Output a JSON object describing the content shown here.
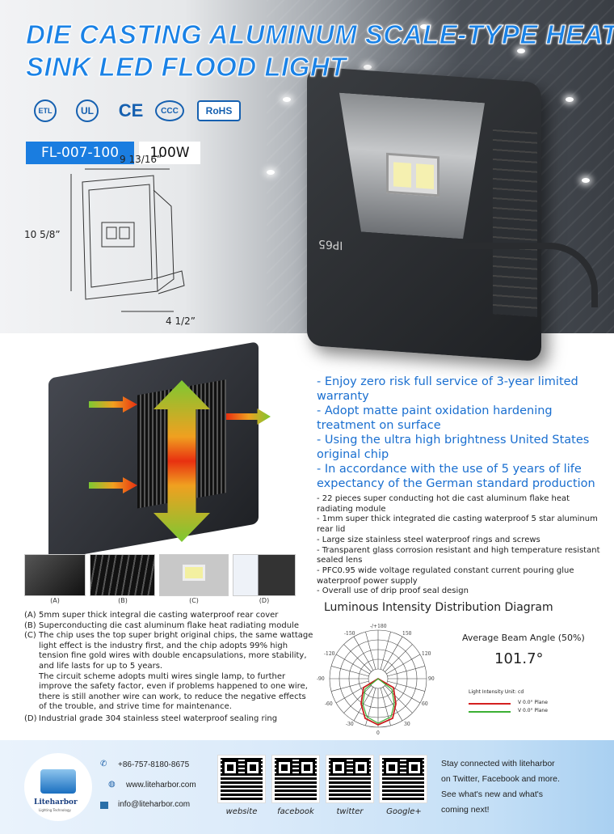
{
  "header": {
    "title_line1": "DIE CASTING ALUMINUM SCALE-TYPE HEAT",
    "title_line2": "SINK LED FLOOD LIGHT"
  },
  "certifications": [
    {
      "name": "ETL",
      "label": "ETL"
    },
    {
      "name": "UL",
      "label": "UL"
    },
    {
      "name": "CE",
      "label": "CE"
    },
    {
      "name": "CCC",
      "label": "CCC"
    },
    {
      "name": "RoHS",
      "label": "RoHS"
    }
  ],
  "product": {
    "model": "FL-007-100",
    "wattage": "100W",
    "lens_mark": "IP65"
  },
  "dimensions": {
    "width": "9 13/16”",
    "height": "10 5/8”",
    "depth": "4 1/2”"
  },
  "features": [
    "- Enjoy zero risk full service of 3-year limited warranty",
    "- Adopt matte paint oxidation hardening treatment on surface",
    "- Using the ultra high brightness United States original chip",
    "- In accordance with the use of 5 years of life expectancy of the German standard production"
  ],
  "specs": [
    "- 22 pieces super conducting hot die cast aluminum flake heat radiating module",
    "- 1mm super thick integrated die casting waterproof 5 star aluminum rear lid",
    "- Large size stainless steel waterproof rings and screws",
    "- Transparent glass corrosion resistant and high temperature resistant sealed lens",
    "- PFC0.95 wide voltage regulated constant current pouring glue waterproof power supply",
    "- Overall use of drip proof seal design"
  ],
  "thumbnails": [
    "(A)",
    "(B)",
    "(C)",
    "(D)"
  ],
  "details": [
    {
      "key": "(A)",
      "text": "5mm super thick integral die casting waterproof rear cover"
    },
    {
      "key": "(B)",
      "text": "Superconducting die cast aluminum flake heat radiating module"
    },
    {
      "key": "(C)",
      "text": "The chip uses the top super bright original chips, the same wattage light effect is the industry first, and the chip adopts 99% high tension fine gold wires with double encapsulations, more stability, and life lasts for up to 5 years."
    },
    {
      "key": "",
      "text": "The circuit scheme adopts multi wires single lamp, to further improve the safety factor, even if problems happened to one wire, there is still another wire can work, to reduce the negative effects of the trouble, and strive time for maintenance."
    },
    {
      "key": "(D)",
      "text": "Industrial grade 304 stainless steel waterproof sealing ring"
    }
  ],
  "diagram": {
    "title": "Luminous Intensity Distribution Diagram",
    "beam_label": "Average Beam Angle (50%)",
    "beam_value": "101.7°",
    "unit": "Light Intensity Unit: cd",
    "angle_labels": {
      "top": "-/+180",
      "m150": "-150",
      "p150": "150",
      "m120": "-120",
      "p120": "120",
      "m90": "-90",
      "p90": "90",
      "m60": "-60",
      "p60": "60",
      "m30": "-30",
      "p30": "30",
      "zero": "0"
    },
    "legend": [
      {
        "label": "V 0.0° Plane",
        "color": "#d42020"
      },
      {
        "label": "V 0.0° Plane",
        "color": "#3cb034"
      }
    ]
  },
  "footer": {
    "phone": "+86-757-8180-8675",
    "website": "www.liteharbor.com",
    "email": "info@liteharbor.com",
    "brand": "Liteharbor",
    "brand_tag": "Lighting Technology",
    "qr": [
      "website",
      "facebook",
      "twitter",
      "Google+"
    ],
    "tagline": [
      "Stay connected with liteharbor",
      "on Twitter, Facebook and more.",
      "See what's new and what's",
      "coming next!"
    ]
  },
  "colors": {
    "accent": "#1a7de0",
    "dark": "#2f3236"
  }
}
